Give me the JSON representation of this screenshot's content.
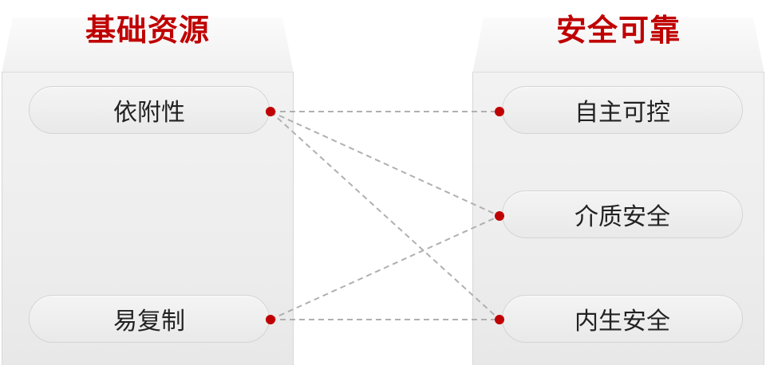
{
  "colors": {
    "accent": "#c00000",
    "connector": "#b0b0b0",
    "dot": "#c00000"
  },
  "left_group": {
    "title": "基础资源",
    "items": [
      "依附性",
      "易复制"
    ]
  },
  "right_group": {
    "title": "安全可靠",
    "items": [
      "自主可控",
      "介质安全",
      "内生安全"
    ]
  },
  "links": [
    {
      "from": "依附性",
      "to": "自主可控"
    },
    {
      "from": "依附性",
      "to": "介质安全"
    },
    {
      "from": "依附性",
      "to": "内生安全"
    },
    {
      "from": "易复制",
      "to": "介质安全"
    },
    {
      "from": "易复制",
      "to": "内生安全"
    }
  ]
}
